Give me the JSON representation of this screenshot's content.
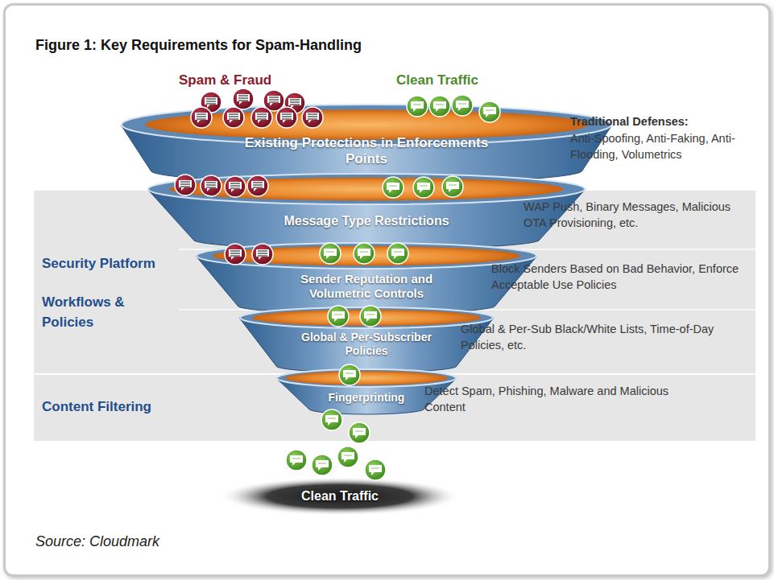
{
  "diagram": {
    "title": "Figure 1: Key Requirements for Spam-Handling",
    "caption": "Source: Cloudmark",
    "nodes": [
      {
        "text": [
          "Security Platform",
          "Workflows & Policies"
        ]
      },
      {
        "text": [
          "Content Filtering"
        ]
      },
      {
        "text": [
          "Existing Protections in Enforcements Points"
        ]
      },
      {
        "text": [
          "Message Type Restrictions"
        ]
      },
      {
        "text": [
          "Sender Reputation and Volumetric Controls"
        ]
      },
      {
        "text": [
          "Global & Per-Subscriber Policies"
        ]
      },
      {
        "text": [
          "Fingerprinting"
        ]
      }
    ],
    "labels": [
      "Spam & Fraud",
      "Clean Traffic",
      "Traditional Defenses:",
      "Anti-Spoofing, Anti-Faking, Anti-Flooding, Volumetrics",
      "WAP Push, Binary Messages, Malicious OTA Provisioning, etc.",
      "Block Senders Based on Bad Behavior, Enforce Acceptable Use Policies",
      "Global & Per-Sub Black/White Lists, Time-of-Day Policies, etc.",
      "Detect Spam, Phishing, Malware and Malicious Content",
      "Clean Traffic"
    ]
  }
}
